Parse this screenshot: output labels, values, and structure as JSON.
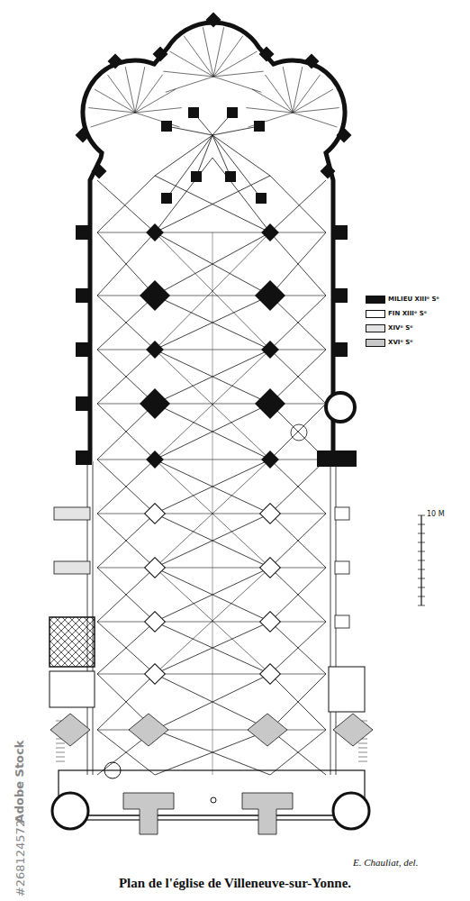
{
  "diagram": {
    "title": "Plan de l'église de Villeneuve-sur-Yonne.",
    "labels": [
      "10 M",
      "E. Chauliat, del.",
      "Adobe Stock",
      "#268124572"
    ],
    "legend": [
      {
        "text": "MILIEU XIIIᵉ Sᵉ",
        "color": "#111111"
      },
      {
        "text": "FIN XIIIᵉ Sᵉ",
        "color": "#ffffff"
      },
      {
        "text": "XIVᵉ Sᵉ",
        "color": "#e4e4e4"
      },
      {
        "text": "XVIᵉ Sᵉ",
        "color": "#c8c8c8"
      }
    ]
  }
}
